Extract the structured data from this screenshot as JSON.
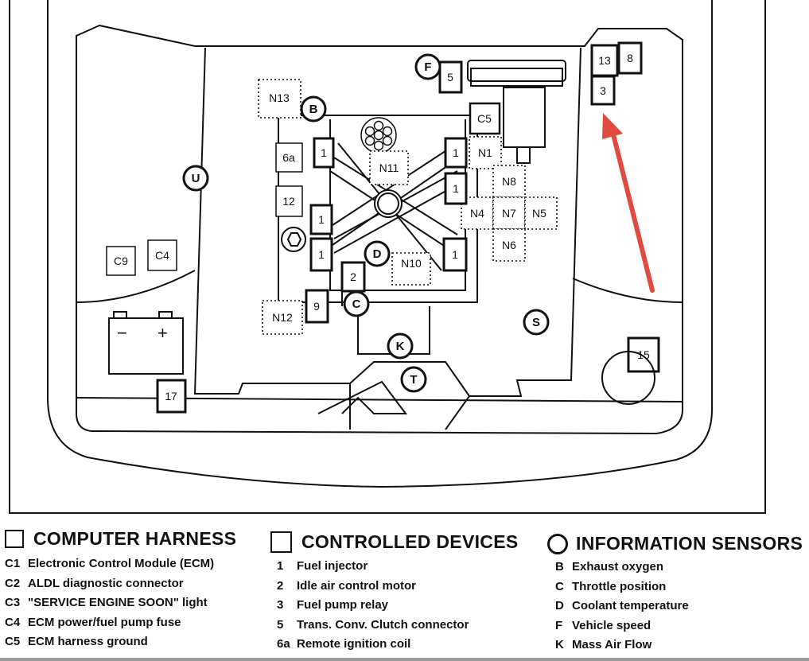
{
  "diagram": {
    "labels": {
      "n13": "N13",
      "n12": "N12",
      "n11": "N11",
      "n10": "N10",
      "n1": "N1",
      "n8": "N8",
      "n4": "N4",
      "n7": "N7",
      "n5": "N5",
      "n6": "N6",
      "c5": "C5",
      "c9": "C9",
      "c4": "C4",
      "d5": "5",
      "d13": "13",
      "d8": "8",
      "d3": "3",
      "d6a": "6a",
      "d12": "12",
      "d1_left_top": "1",
      "d1_left_mid": "1",
      "d1_left_low": "1",
      "d1_right_top": "1",
      "d1_right_mid": "1",
      "d1_right_low": "1",
      "d2": "2",
      "d9": "9",
      "d15": "15",
      "d17": "17",
      "s_f": "F",
      "s_b": "B",
      "s_u": "U",
      "s_d": "D",
      "s_c": "C",
      "s_k": "K",
      "s_t": "T",
      "s_s": "S",
      "battery_minus": "−",
      "battery_plus": "+"
    },
    "arrow_color": "#e04a3f"
  },
  "legend": {
    "computer_harness": {
      "title": "COMPUTER HARNESS",
      "items": [
        {
          "code": "C1",
          "text": "Electronic Control Module (ECM)"
        },
        {
          "code": "C2",
          "text": "ALDL diagnostic connector"
        },
        {
          "code": "C3",
          "text": "\"SERVICE ENGINE SOON\" light"
        },
        {
          "code": "C4",
          "text": "ECM power/fuel pump fuse"
        },
        {
          "code": "C5",
          "text": "ECM harness ground"
        }
      ]
    },
    "controlled_devices": {
      "title": "CONTROLLED DEVICES",
      "items": [
        {
          "code": "1",
          "text": "Fuel injector"
        },
        {
          "code": "2",
          "text": "Idle air control motor"
        },
        {
          "code": "3",
          "text": "Fuel pump relay"
        },
        {
          "code": "5",
          "text": "Trans. Conv. Clutch connector"
        },
        {
          "code": "6a",
          "text": "Remote ignition coil"
        }
      ]
    },
    "information_sensors": {
      "title": "INFORMATION SENSORS",
      "items": [
        {
          "code": "B",
          "text": "Exhaust oxygen"
        },
        {
          "code": "C",
          "text": "Throttle position"
        },
        {
          "code": "D",
          "text": "Coolant temperature"
        },
        {
          "code": "F",
          "text": "Vehicle speed"
        },
        {
          "code": "K",
          "text": "Mass Air Flow"
        }
      ]
    }
  }
}
